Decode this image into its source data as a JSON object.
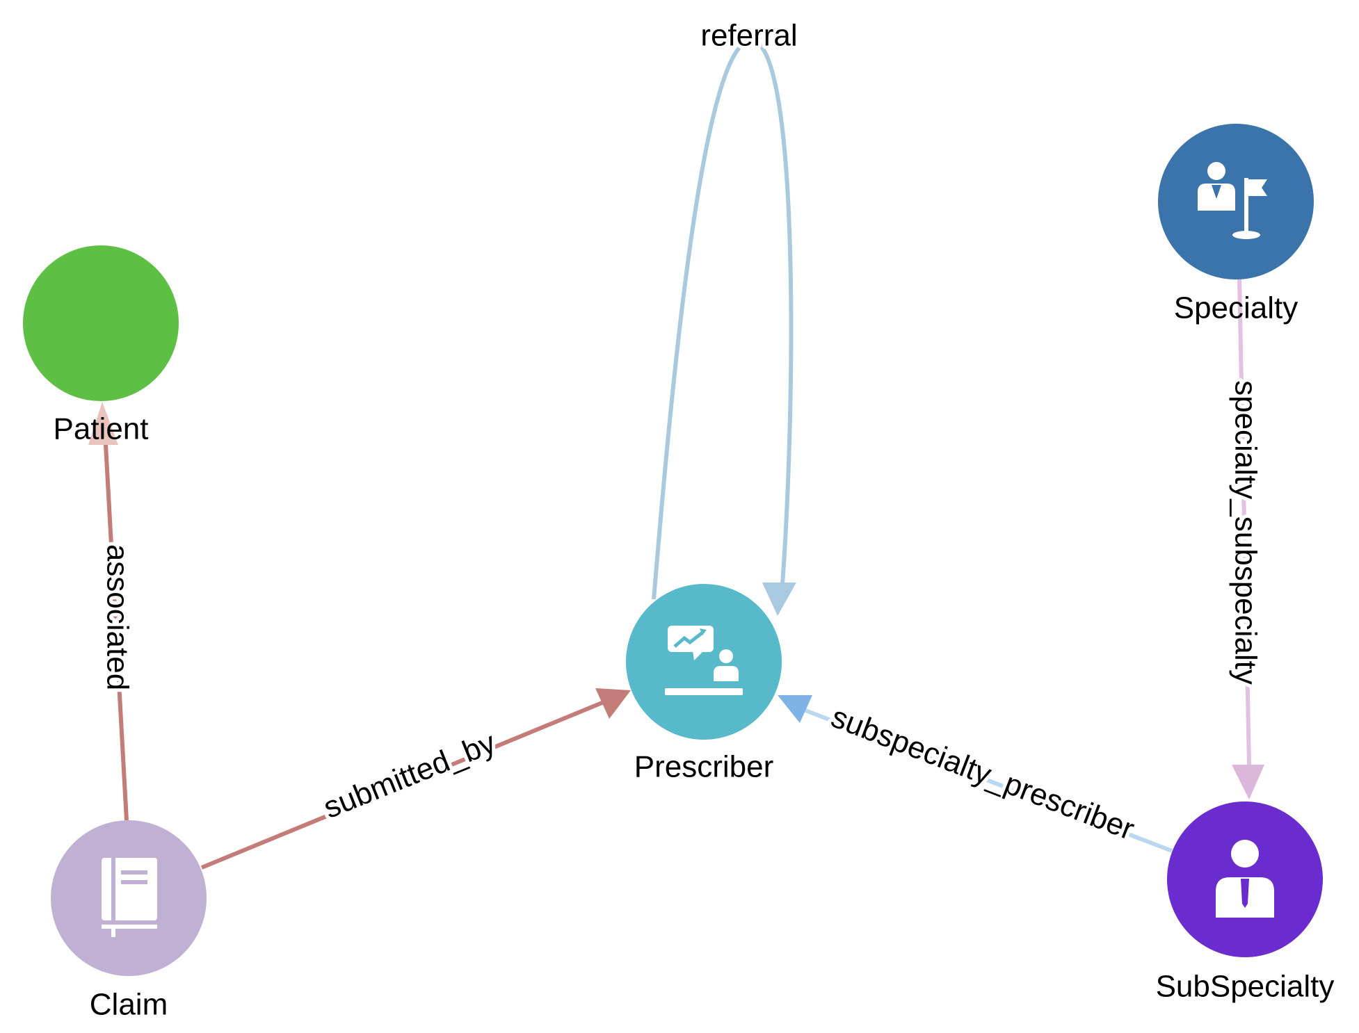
{
  "nodes": [
    {
      "id": "patient",
      "label": "Patient",
      "color": "#5dbf43",
      "icon": "none"
    },
    {
      "id": "prescriber",
      "label": "Prescriber",
      "color": "#58b9cb",
      "icon": "presenter-chart-icon"
    },
    {
      "id": "specialty",
      "label": "Specialty",
      "color": "#3a74ab",
      "icon": "person-flag-icon"
    },
    {
      "id": "claim",
      "label": "Claim",
      "color": "#c0b1d4",
      "icon": "book-icon"
    },
    {
      "id": "subspecialty",
      "label": "SubSpecialty",
      "color": "#6a2ccf",
      "icon": "person-tie-icon"
    }
  ],
  "edges": [
    {
      "id": "referral",
      "label": "referral",
      "from": "prescriber",
      "to": "prescriber",
      "color": "#a8c9df"
    },
    {
      "id": "associated",
      "label": "associated",
      "from": "claim",
      "to": "patient",
      "color": "#c47c78",
      "arrow_color": "#e8c4bd"
    },
    {
      "id": "submitted_by",
      "label": "submitted_by",
      "from": "claim",
      "to": "prescriber",
      "color": "#c47c78"
    },
    {
      "id": "subspecialty_prescriber",
      "label": "subspecialty_prescriber",
      "from": "subspecialty",
      "to": "prescriber",
      "color": "#b9d8f0",
      "arrow_color": "#7fb3e6"
    },
    {
      "id": "specialty_subspecialty",
      "label": "specialty_subspecialty",
      "from": "specialty",
      "to": "subspecialty",
      "color": "#e2c2e1",
      "arrow_color": "#dbb7dc"
    }
  ]
}
